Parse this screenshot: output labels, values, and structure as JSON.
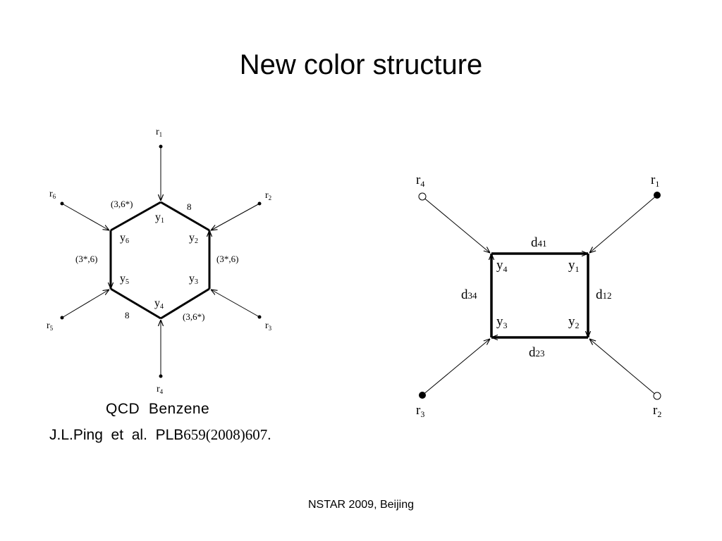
{
  "slide": {
    "title": "New color structure",
    "footer": "NSTAR 2009, Beijing"
  },
  "hexagon": {
    "caption": "QCD  Benzene",
    "reference_head": "J.L.Ping  et  al.  PLB",
    "reference_tail": "659(2008)607.",
    "external_labels": [
      "r1",
      "r2",
      "r3",
      "r4",
      "r5",
      "r6"
    ],
    "vertex_labels": [
      "y1",
      "y2",
      "y3",
      "y4",
      "y5",
      "y6"
    ],
    "edge_labels": {
      "y1_y2": "8",
      "y2_y3": "(3*,6)",
      "y3_y4": "(3,6*)",
      "y4_y5": "8",
      "y5_y6": "(3*,6)",
      "y6_y1": "(3,6*)"
    }
  },
  "square": {
    "external_labels": [
      "r1",
      "r2",
      "r3",
      "r4"
    ],
    "vertex_labels": [
      "y1",
      "y2",
      "y3",
      "y4"
    ],
    "edge_labels": [
      "d41",
      "d12",
      "d23",
      "d34"
    ],
    "node_fill": {
      "r1": "filled",
      "r2": "open",
      "r3": "filled",
      "r4": "open"
    }
  }
}
